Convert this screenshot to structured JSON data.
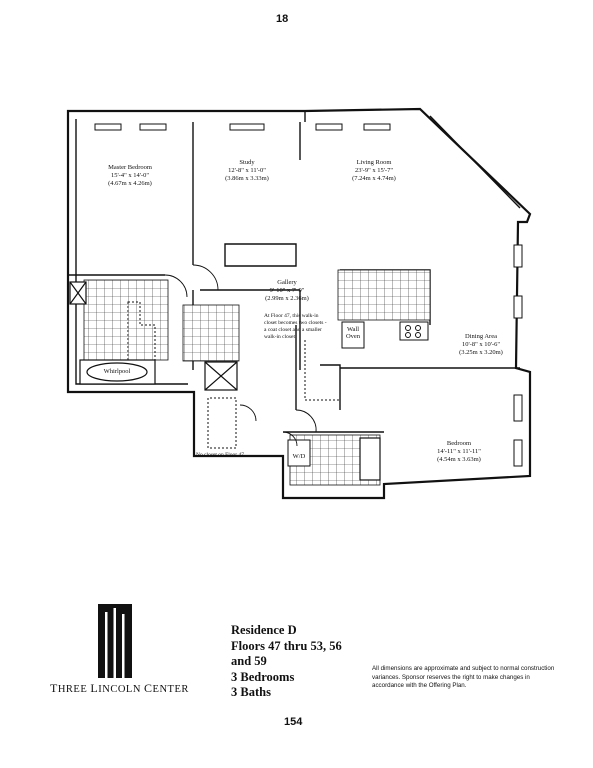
{
  "page": {
    "top_number": "18",
    "bottom_number": "154"
  },
  "rooms": {
    "master_bedroom": {
      "name": "Master Bedroom",
      "dim_ft": "15'-4\" x 14'-0\"",
      "dim_m": "(4.67m x 4.26m)"
    },
    "study": {
      "name": "Study",
      "dim_ft": "12'-8\" x 11'-0\"",
      "dim_m": "(3.86m x 3.33m)"
    },
    "living_room": {
      "name": "Living Room",
      "dim_ft": "23'-9\" x 15'-7\"",
      "dim_m": "(7.24m x 4.74m)"
    },
    "gallery": {
      "name": "Gallery",
      "dim_ft": "9'-10\" x 7'-9\"",
      "dim_m": "(2.99m x 2.36m)"
    },
    "dining_area": {
      "name": "Dining Area",
      "dim_ft": "10'-8\" x 10'-6\"",
      "dim_m": "(3.25m x 3.20m)"
    },
    "bedroom": {
      "name": "Bedroom",
      "dim_ft": "14'-11\" x 11'-11\"",
      "dim_m": "(4.54m x 3.63m)"
    }
  },
  "fixtures": {
    "whirlpool": "Whirlpool",
    "wall_oven_1": "Wall",
    "wall_oven_2": "Oven",
    "wd": "W/D"
  },
  "notes": {
    "floor47_lines": [
      "At Floor 47, this walk-in",
      "closet becomes two closets -",
      "a coat closet and a smaller",
      "walk-in closet."
    ],
    "no_closet": "No closet on Floor 47."
  },
  "residence": {
    "lines": [
      "Residence D",
      "Floors 47 thru 53, 56",
      "and 59",
      "3 Bedrooms",
      "3 Baths"
    ]
  },
  "brand": {
    "name_first": "T",
    "name_rest": "HREE ",
    "name_l": "L",
    "name_rest2": "INCOLN ",
    "name_c": "C",
    "name_rest3": "ENTER"
  },
  "disclaimer": "All dimensions are approximate and subject to normal construction variances. Sponsor reserves the right to make changes in accordance with the Offering Plan.",
  "colors": {
    "ink": "#111111",
    "paper": "#ffffff"
  }
}
